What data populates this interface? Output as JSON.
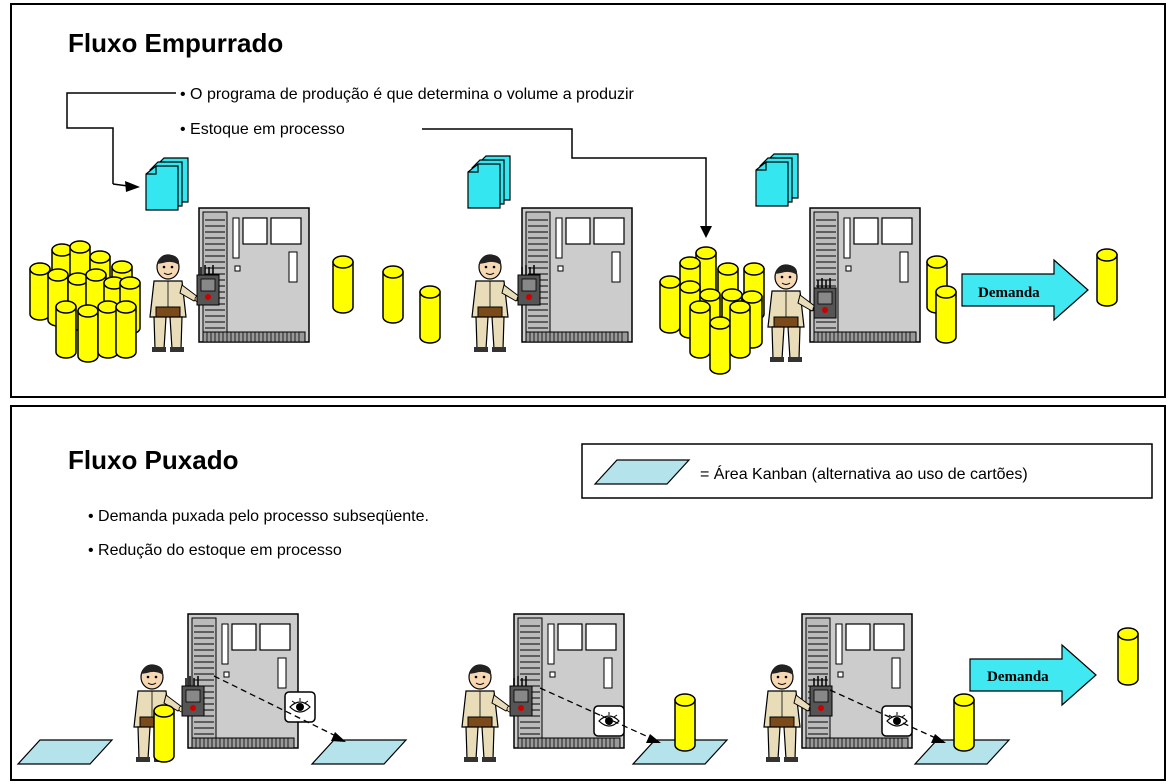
{
  "push": {
    "title": "Fluxo Empurrado",
    "bullets": [
      "• O programa de produção é que determina o volume a produzir",
      "• Estoque em processo"
    ],
    "demand_label": "Demanda"
  },
  "pull": {
    "title": "Fluxo Puxado",
    "bullets": [
      "• Demanda puxada pelo processo subseqüente.",
      "• Redução do estoque em processo"
    ],
    "demand_label": "Demanda",
    "legend_text": "= Área Kanban (alternativa ao uso de cartões)"
  },
  "colors": {
    "cylinder": "#ffff00",
    "document": "#33e6f0",
    "arrow": "#40e8f2",
    "kanban_area": "#b5e3ec",
    "machine": "#cccccc"
  },
  "icons": [
    "machine-icon",
    "worker-icon",
    "document-icon",
    "cylinder-icon",
    "eye-kanban-icon",
    "kanban-area-icon",
    "demand-arrow-icon"
  ]
}
